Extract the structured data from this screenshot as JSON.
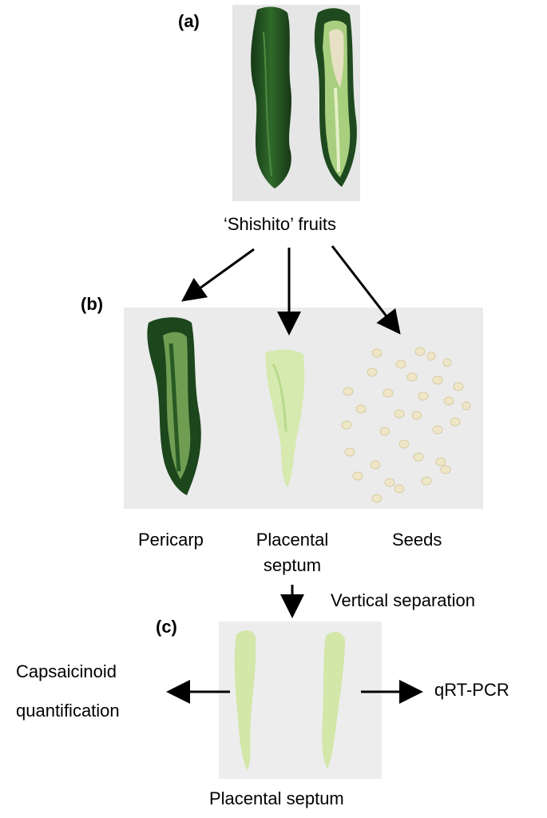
{
  "panels": {
    "a": {
      "label": "(a)",
      "caption": "‘Shishito’ fruits"
    },
    "b": {
      "label": "(b)",
      "parts": [
        "Pericarp",
        "Placental",
        "septum",
        "Seeds"
      ]
    },
    "c": {
      "label": "(c)",
      "step": "Vertical separation",
      "left_line1": "Capsaicinoid",
      "left_line2": "quantification",
      "right": "qRT-PCR",
      "caption": "Placental septum"
    }
  },
  "colors": {
    "pepper_dark": "#1f4a1f",
    "pepper_mid": "#2f6a2a",
    "pepper_flesh": "#9fc878",
    "septum": "#d6eab0",
    "seed": "#efe6c8",
    "photo_bg": "#e9e9e9"
  }
}
